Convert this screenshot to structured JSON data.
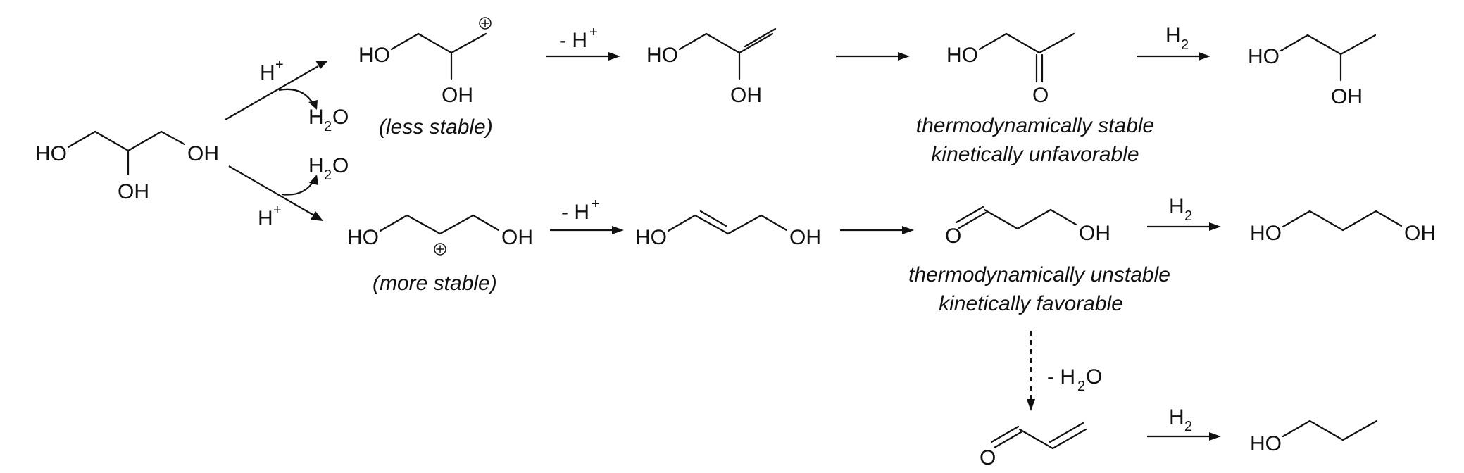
{
  "labels": {
    "ho": "HO",
    "oh": "OH",
    "o": "O",
    "h": "H",
    "minus_h": "- H",
    "plus": "+",
    "h2": "H",
    "two": "2",
    "h2o_h": "H",
    "h2o_o": "O",
    "minus_h2o_prefix": "- H",
    "minus_h2o_suffix": "O",
    "circled_plus": "+"
  },
  "notes": {
    "less_stable": "(less stable)",
    "more_stable": "(more stable)",
    "top_line1": "thermodynamically stable",
    "top_line2": "kinetically unfavorable",
    "mid_line1": "thermodynamically unstable",
    "mid_line2": "kinetically favorable"
  }
}
